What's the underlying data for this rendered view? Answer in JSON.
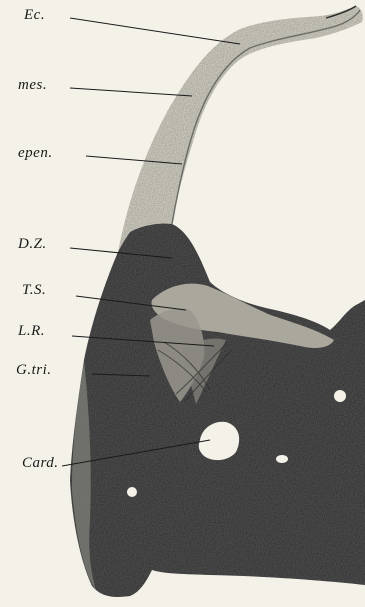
{
  "figure": {
    "labels": {
      "ec": "Ec.",
      "mes": "mes.",
      "epen": "epen.",
      "dz": "D.Z.",
      "ts": "T.S.",
      "lr": "L.R.",
      "gtri": "G.tri.",
      "card": "Card."
    },
    "colors": {
      "background": "#f4f1e8",
      "tissue_dark": "#4b4b4b",
      "tissue_mid": "#8a8a84",
      "tissue_light": "#c9c6ba",
      "ink": "#1a1a1a"
    }
  }
}
